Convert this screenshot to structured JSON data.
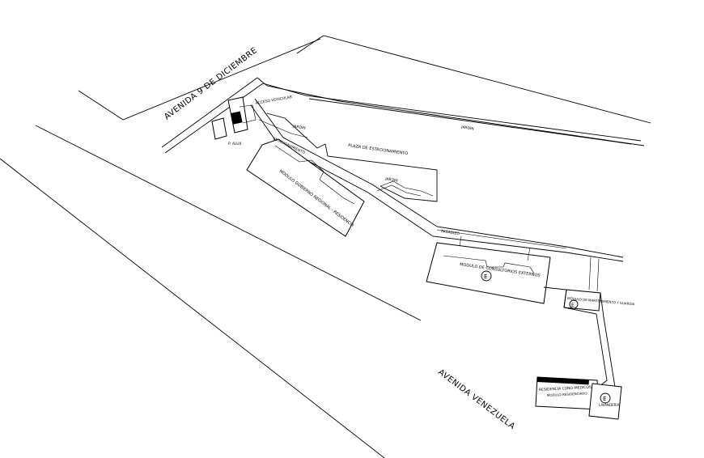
{
  "labels": {
    "avenida_9_de_diciembre": "AVENIDA 9 DE DICIEMBRE",
    "avenida_venezuela": "AVENIDA VENEZUELA",
    "plaza_estacionamiento": "PLAZA DE ESTACIONAMIENTO",
    "modulo_gobierno": "MODULO GOBIERNO REGIONAL - RESIDENCIA",
    "modulo_consultorios": "MODULO DE CONSULTORIOS EXTERNOS",
    "modulo_mantenimiento": "MODULO DE MANTENIMIENTO Y GUARDIA",
    "residencia_medicos": "RESIDENCIA CUNO-MEDICOS",
    "residencia_sub": "MODULO RESIDENCIADO",
    "lavanderia": "LAVANDERIA",
    "acceso_vehicular": "ACCESO VEHICULAR",
    "p_alux": "P. ALUX",
    "jardin_1": "JARDIN",
    "jardin_2": "JARDIN",
    "jardin_3": "JARDIN",
    "pasadizo": "PASADIZO",
    "estacionamiento": "ESTACIONAMIENTO",
    "marker_e1": "E",
    "marker_e2": "E",
    "marker_e3": "E"
  },
  "colors": {
    "line": "#000000",
    "background": "#ffffff"
  }
}
